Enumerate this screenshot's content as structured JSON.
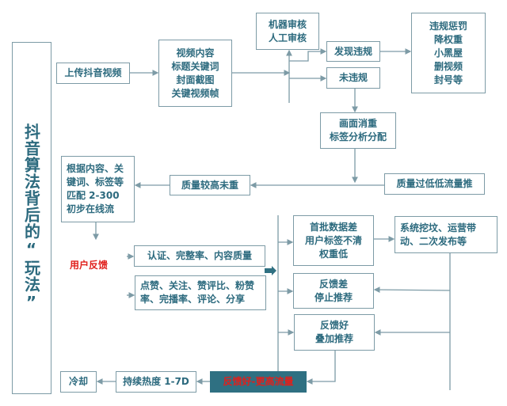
{
  "title": "抖音算法背后的“玩法”",
  "nodes": {
    "upload": "上传抖音视频",
    "content": [
      "视频内容",
      "标题关键词",
      "封面截图",
      "关键视频帧"
    ],
    "review": [
      "机器审核",
      "人工审核"
    ],
    "violation_found": "发现违规",
    "no_violation": "未违规",
    "penalty": [
      "违规惩罚",
      "降权重",
      "小黑屋",
      "删视频",
      "封号等"
    ],
    "dedup": [
      "画面消重",
      "标签分析分配"
    ],
    "low_quality": "质量过低低流量推",
    "high_quality": "质量较高未重",
    "match": [
      "根据内容、关",
      "键词、标签等",
      "匹配 2-300",
      "初步在线流"
    ],
    "user_feedback": "用户反馈",
    "auth": "认证、完整率、内容质量",
    "metrics": [
      "点赞、关注、赞评比、粉赞",
      "率、完播率、评论、分享"
    ],
    "first_batch_poor": [
      "首批数据差",
      "用户标签不清",
      "权重低"
    ],
    "revive": [
      "系统挖坟、运营带",
      "动、二次发布等"
    ],
    "feedback_poor": [
      "反馈差",
      "停止推荐"
    ],
    "feedback_good": [
      "反馈好",
      "叠加推荐"
    ],
    "more_traffic": "反馈好-更高流量",
    "sustained": "持续热度 1-7D",
    "cooldown": "冷却"
  },
  "colors": {
    "text": "#2c6a7e",
    "border": "#7d9ba6",
    "accent": "#2f7082",
    "red": "#e0201c"
  }
}
